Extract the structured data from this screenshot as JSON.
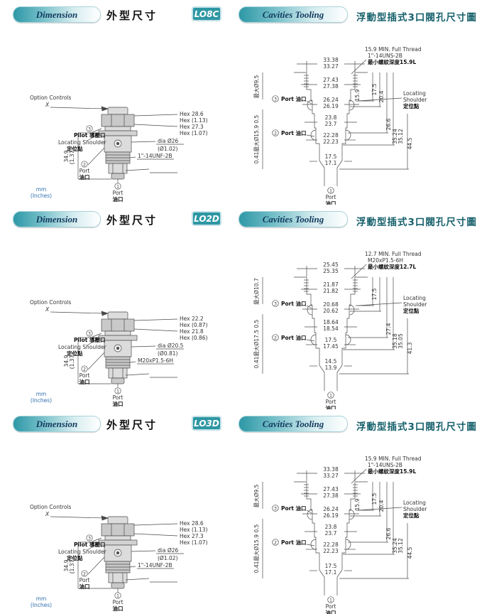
{
  "sections": [
    {
      "model": "LO8C",
      "header": {
        "dimension_label": "Dimension",
        "dimension_cjk": "外型尺寸",
        "cavities_label": "Cavities Tooling",
        "cavities_cjk": "浮動型插式3口閥孔尺寸圖"
      },
      "left": {
        "option_controls": "Option Controls",
        "option_x": "X",
        "pilot_num": "3",
        "pilot_label": "Pilot 導壓口",
        "locating_label": "Locating Shoulder",
        "locating_cjk": "定位點",
        "hex1": "Hex 28.6",
        "hex1_in": "Hex (1.13)",
        "hex2": "Hex 27.3",
        "hex2_in": "Hex (1.07)",
        "dia1": "dia Ø26",
        "dia1_in": "(Ø1.02)",
        "thread": "1\"-14UNF-2B",
        "port2_num": "2",
        "port2_label": "Port",
        "port2_cjk": "油口",
        "height": "34.9",
        "height_in": "(1.37)",
        "port1_num": "1",
        "port1_label": "Port",
        "port1_cjk": "油口",
        "units": "mm",
        "units_in": "(Inches)"
      },
      "right": {
        "note1": "15.9 MIN. Full Thread",
        "note2": "1\"-14UNS-2B",
        "note3": "最小螺紋深度15.9L",
        "pairs": [
          {
            "hi": "33.38",
            "lo": "33.27"
          },
          {
            "hi": "27.43",
            "lo": "27.38"
          },
          {
            "hi": "26.24",
            "lo": "26.19"
          },
          {
            "hi": "23.8",
            "lo": "23.7"
          },
          {
            "hi": "22.28",
            "lo": "22.23"
          },
          {
            "hi": "17.5",
            "lo": "17.1"
          }
        ],
        "surface_top": "最大Ø9.5",
        "surface_bottom": "0.41最大Ø15.9 0.5",
        "depth_a": "17.5",
        "depth_b": "20.4",
        "depth_thread": "15.9",
        "depth_c": "26.6",
        "depth_d_hi": "35.24",
        "depth_d_lo": "35.12",
        "depth_e": "44.5",
        "port3_num": "3",
        "port3_label": "Port 油口",
        "port2_num": "2",
        "port2_label": "Port 油口",
        "locating_line1": "Locating",
        "locating_line2": "Shoulder",
        "locating_cjk": "定位點",
        "port1_num": "1",
        "port1_label": "Port",
        "port1_cjk": "油口"
      }
    },
    {
      "model": "LO2D",
      "header": {
        "dimension_label": "Dimension",
        "dimension_cjk": "外型尺寸",
        "cavities_label": "Cavities Tooling",
        "cavities_cjk": "浮動型插式3口閥孔尺寸圖"
      },
      "left": {
        "option_controls": "Option Controls",
        "option_x": "X",
        "pilot_num": "3",
        "pilot_label": "Pilot 導壓口",
        "locating_label": "Locating Shoulder",
        "locating_cjk": "定位點",
        "hex1": "Hex 22.2",
        "hex1_in": "Hex (0.87)",
        "hex2": "Hex 21.8",
        "hex2_in": "Hex (0.86)",
        "dia1": "dia Ø20.5",
        "dia1_in": "(Ø0.81)",
        "thread": "M20xP1.5-6H",
        "port2_num": "2",
        "port2_label": "Port",
        "port2_cjk": "油口",
        "height": "34.9",
        "height_in": "(1.37)",
        "port1_num": "1",
        "port1_label": "Port",
        "port1_cjk": "油口",
        "units": "mm",
        "units_in": "(Inches)"
      },
      "right": {
        "note1": "12.7 MIN. Full Thread",
        "note2": "M20xP1.5-6H",
        "note3": "最小螺紋深度12.7L",
        "pairs": [
          {
            "hi": "25.45",
            "lo": "25.35"
          },
          {
            "hi": "21.87",
            "lo": "21.82"
          },
          {
            "hi": "20.68",
            "lo": "20.62"
          },
          {
            "hi": "18.64",
            "lo": "18.54"
          },
          {
            "hi": "17.5",
            "lo": "17.45"
          },
          {
            "hi": "14.5",
            "lo": "13.9"
          }
        ],
        "surface_top": "最大Ø10.7",
        "surface_bottom": "0.41最大Ø17.5 0.5",
        "depth_a": "17.5",
        "depth_b": "",
        "depth_thread": "",
        "depth_c": "27.4",
        "depth_d_hi": "35.18",
        "depth_d_lo": "35.05",
        "depth_e": "41.3",
        "port3_num": "3",
        "port3_label": "Port 油口",
        "port2_num": "2",
        "port2_label": "Port 油口",
        "locating_line1": "Locating",
        "locating_line2": "Shoulder",
        "locating_cjk": "定位點",
        "port1_num": "1",
        "port1_label": "Port",
        "port1_cjk": "油口"
      }
    },
    {
      "model": "LO3D",
      "header": {
        "dimension_label": "Dimension",
        "dimension_cjk": "外型尺寸",
        "cavities_label": "Cavities Tooling",
        "cavities_cjk": "浮動型插式3口閥孔尺寸圖"
      },
      "left": {
        "option_controls": "Option Controls",
        "option_x": "X",
        "pilot_num": "3",
        "pilot_label": "Pilot 導壓口",
        "locating_label": "Locating Shoulder",
        "locating_cjk": "定位點",
        "hex1": "Hex 28.6",
        "hex1_in": "Hex (1.13)",
        "hex2": "Hex 27.3",
        "hex2_in": "Hex (1.07)",
        "dia1": "dia Ø26",
        "dia1_in": "(Ø1.02)",
        "thread": "1\"-14UNF-2B",
        "port2_num": "2",
        "port2_label": "Port",
        "port2_cjk": "油口",
        "height": "34.9",
        "height_in": "(1.37)",
        "port1_num": "1",
        "port1_label": "Port",
        "port1_cjk": "油口",
        "units": "mm",
        "units_in": "(Inches)"
      },
      "right": {
        "note1": "15.9 MIN. Full Thread",
        "note2": "1\"-14UNS-2B",
        "note3": "最小螺紋深度15.9L",
        "pairs": [
          {
            "hi": "33.38",
            "lo": "33.27"
          },
          {
            "hi": "27.43",
            "lo": "27.38"
          },
          {
            "hi": "26.24",
            "lo": "26.19"
          },
          {
            "hi": "23.8",
            "lo": "23.7"
          },
          {
            "hi": "22.28",
            "lo": "22.23"
          },
          {
            "hi": "17.5",
            "lo": "17.1"
          }
        ],
        "surface_top": "最大Ø9.5",
        "surface_bottom": "0.41最大Ø15.9 0.5",
        "depth_a": "17.5",
        "depth_b": "20.4",
        "depth_thread": "15.9",
        "depth_c": "26.6",
        "depth_d_hi": "35.24",
        "depth_d_lo": "35.12",
        "depth_e": "44.5",
        "port3_num": "3",
        "port3_label": "Port 油口",
        "port2_num": "2",
        "port2_label": "Port 油口",
        "locating_line1": "Locating",
        "locating_line2": "Shoulder",
        "locating_cjk": "定位點",
        "port1_num": "1",
        "port1_label": "Port",
        "port1_cjk": "油口"
      }
    }
  ]
}
